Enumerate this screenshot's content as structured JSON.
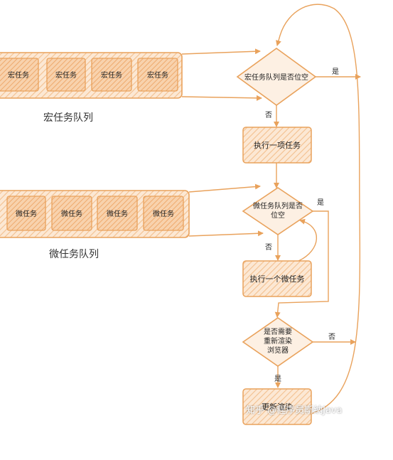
{
  "macro": {
    "queue_caption": "宏任务队列",
    "items": [
      "宏任务",
      "宏任务",
      "宏任务",
      "宏任务"
    ],
    "question": "宏任务队列是否位空",
    "yes": "是",
    "no": "否",
    "action": "执行一项任务"
  },
  "micro": {
    "queue_caption": "微任务队列",
    "items": [
      "微任务",
      "微任务",
      "微任务",
      "微任务"
    ],
    "question_line1": "微任务队列是否",
    "question_line2": "位空",
    "yes": "是",
    "no": "否",
    "action": "执行一个微任务"
  },
  "render": {
    "question_line1": "是否需要",
    "question_line2": "重新渲染",
    "question_line3": "浏览器",
    "yes": "是",
    "no": "否",
    "action": "更新渲染"
  },
  "watermark": "知乎 @程序员斯纳Java",
  "colors": {
    "stroke": "#e9a25c",
    "fill": "#fbe3cc",
    "item_fill": "#f6c79a",
    "diamond_fill": "#fdf0e3"
  }
}
